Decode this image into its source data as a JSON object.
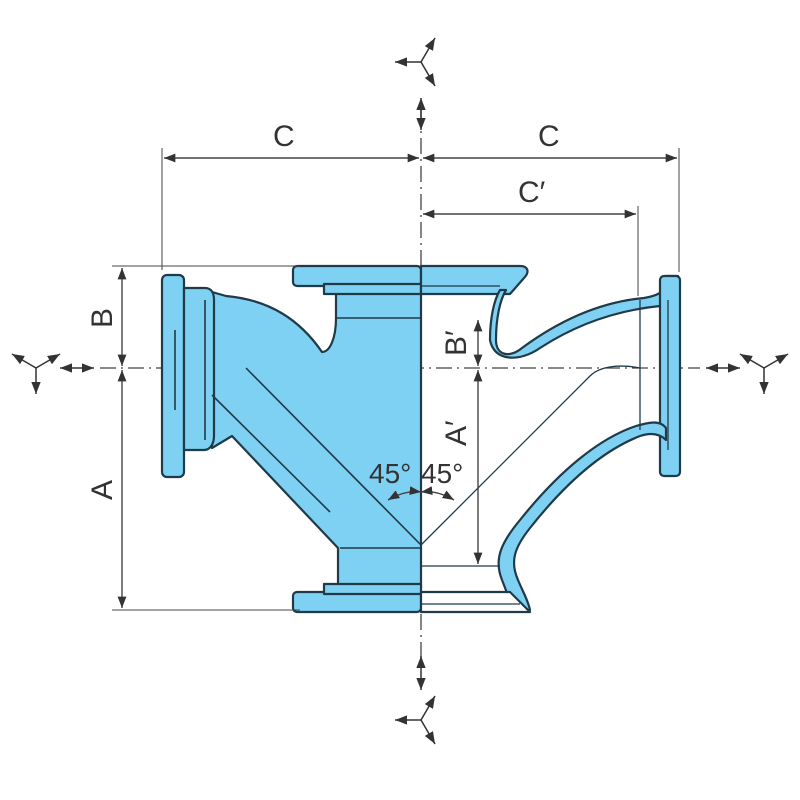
{
  "labels": {
    "c_left": "C",
    "c_right": "C",
    "c_prime": "C′",
    "b": "B",
    "a": "A",
    "b_prime": "B′",
    "a_prime": "A′",
    "angle_left": "45°",
    "angle_right": "45°"
  },
  "colors": {
    "fill": "#7ed1f2",
    "outline": "#1f3a48",
    "dimension": "#444444"
  },
  "icons": [
    "move-axes-icon-top",
    "move-axes-icon-left",
    "move-axes-icon-right",
    "move-axes-icon-bottom"
  ]
}
